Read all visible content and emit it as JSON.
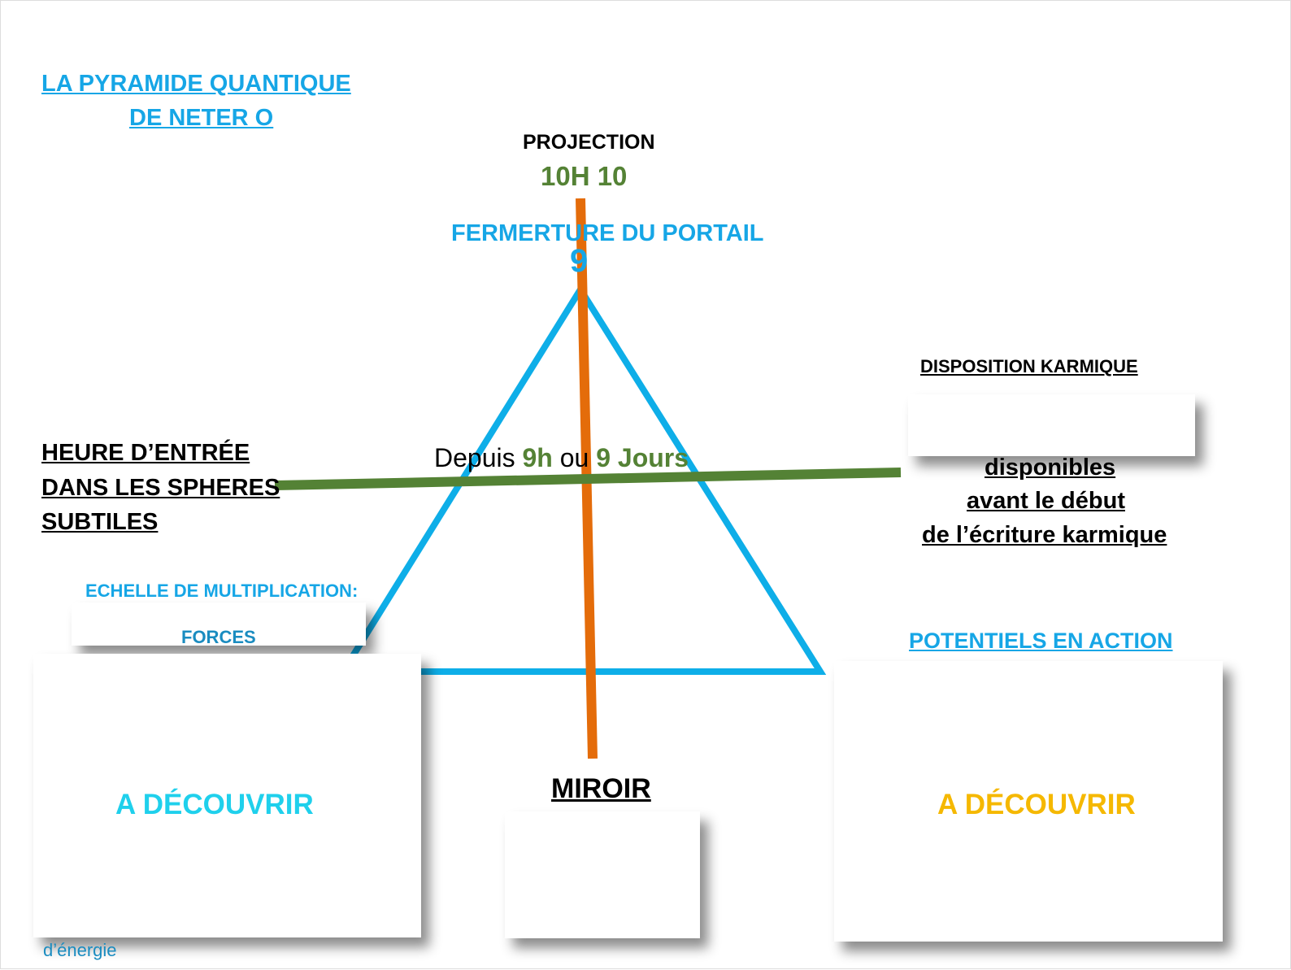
{
  "title": {
    "line1": "LA PYRAMIDE QUANTIQUE",
    "line2": "DE NETER O"
  },
  "projection": {
    "label": "PROJECTION",
    "time": "10H 10"
  },
  "portal": {
    "label": "FERMERTURE DU PORTAIL",
    "number": "9"
  },
  "entry": {
    "line1": "HEURE D’ENTRÉE",
    "line2": "DANS LES SPHERES",
    "line3": "SUBTILES"
  },
  "since": {
    "prefix": "Depuis ",
    "hours": "9h",
    "middle": " ou ",
    "days": "9 Jours"
  },
  "karmic": {
    "label": "DISPOSITION KARMIQUE",
    "line1": "disponibles",
    "line2": "avant le début",
    "line3": "de l’écriture karmique"
  },
  "multiplication": {
    "label": "ECHELLE DE MULTIPLICATION:",
    "hidden1": "FORCES",
    "hidden2": "d’énergie"
  },
  "potentials": {
    "label": "POTENTIELS EN ACTION"
  },
  "left_box": {
    "text": "A DÉCOUVRIR"
  },
  "right_box": {
    "text": "A DÉCOUVRIR"
  },
  "mirror": {
    "label": "MIROIR"
  },
  "colors": {
    "blue": "#16a6e6",
    "green": "#548235",
    "orange": "#e46c0a",
    "cyan": "#1fd0ec",
    "gold": "#f5b800"
  }
}
